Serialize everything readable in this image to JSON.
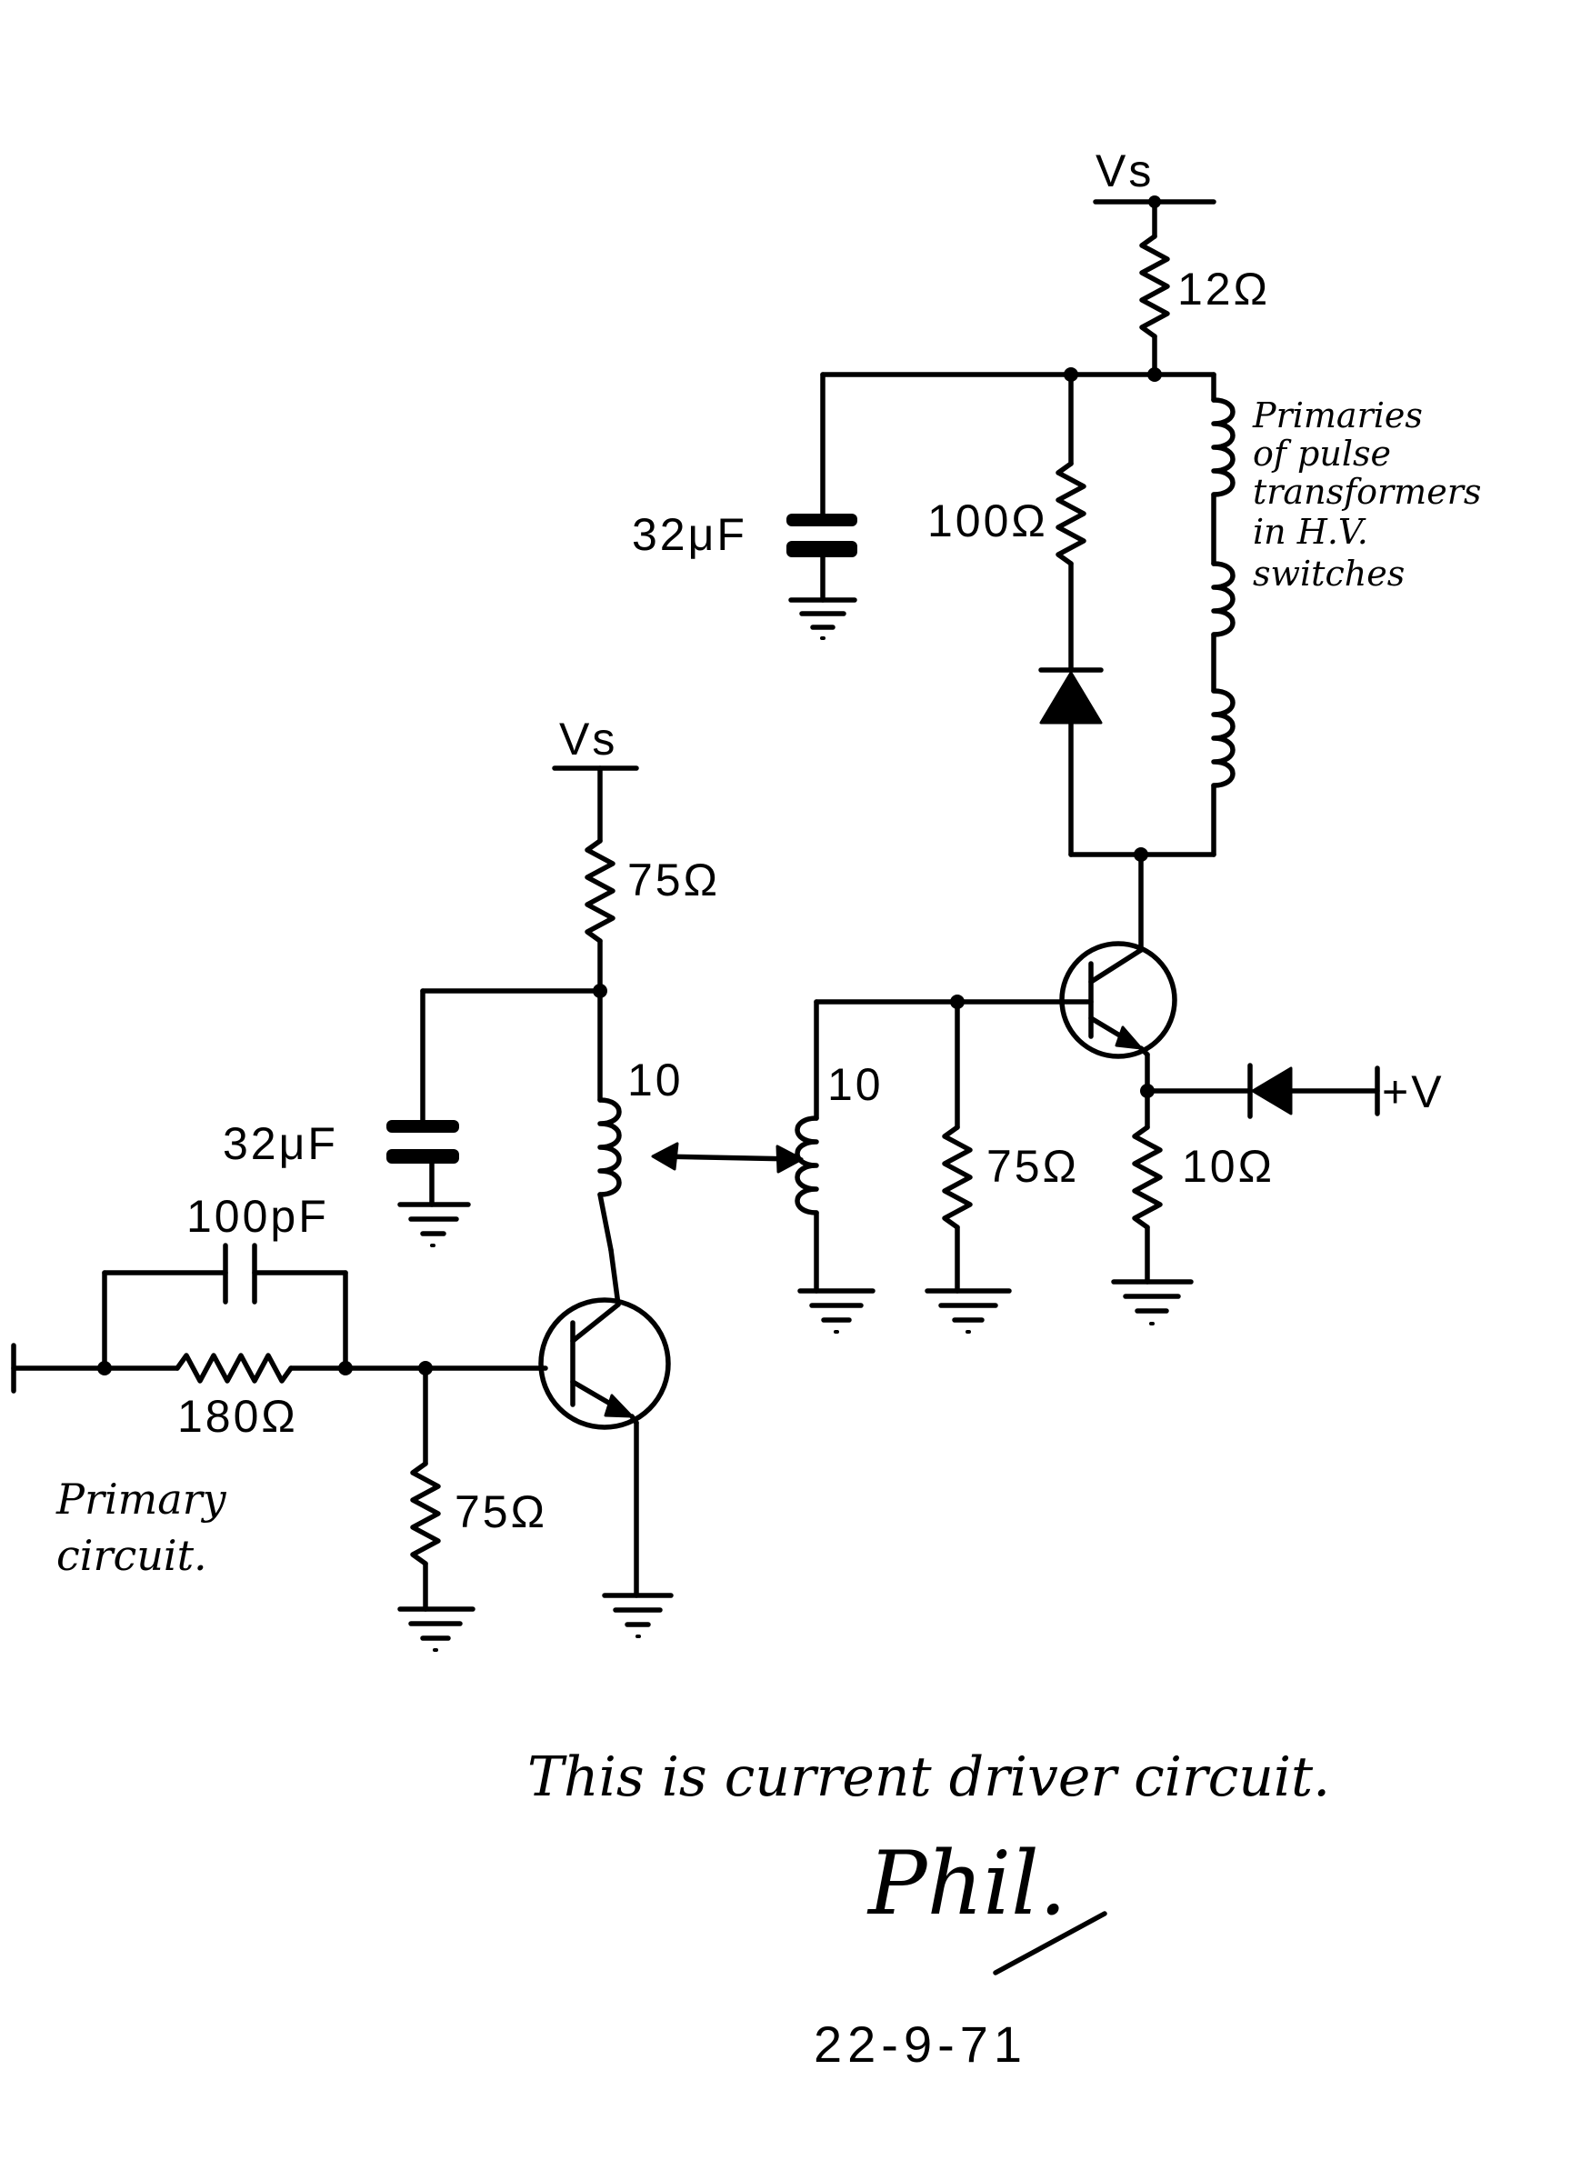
{
  "labels": {
    "vs_top": "Vs",
    "r_12": "12Ω",
    "cap_top": "32μF",
    "r_100": "100Ω",
    "primaries_note": [
      "Primaries",
      "of pulse",
      "transformers",
      "in H.V.",
      "switches"
    ],
    "vs_mid": "Vs",
    "r_75_collector": "75Ω",
    "coil_primary": "10",
    "coil_secondary": "10",
    "cap_mid": "32μF",
    "cap_feedback": "100pF",
    "r_180": "180Ω",
    "r_75_base_right": "75Ω",
    "r_10_emitter": "10Ω",
    "plus_v": "+V",
    "r_75_base_left": "75Ω",
    "primary_circuit": [
      "Primary",
      "circuit."
    ]
  },
  "handwriting": {
    "caption": "This is current driver circuit.",
    "signature": "Phil.",
    "date": "22-9-71"
  }
}
